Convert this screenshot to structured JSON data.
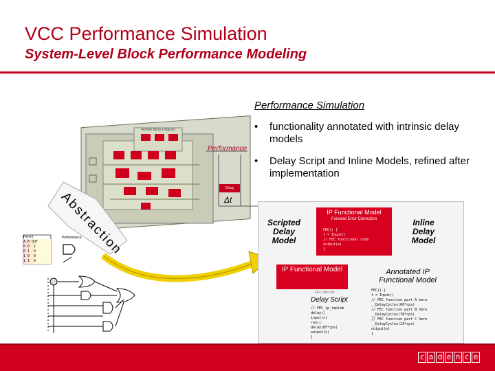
{
  "title": "VCC Performance Simulation",
  "subtitle": "System-Level Block Performance Modeling",
  "section_heading": "Performance Simulation",
  "bullets": [
    "functionality annotated with intrinsic delay models",
    "Delay Script and Inline Models, refined after implementation"
  ],
  "bullet_glyph": "•",
  "diagram": {
    "performance_label": "Performance",
    "delta_t": "Δt",
    "abstraction": "Abstraction",
    "ip_functional_model_top": "IP Functional Model",
    "forward_error_correction": "Forward Error Correction",
    "top_code": "FEC() {\nf = Input()\n// FEC functional code\noutput(e)\n}",
    "scripted_delay_model": "Scripted Delay Model",
    "inline_delay_model": "Inline Delay Model",
    "ip_functional_model_mid": "IP Functional Model",
    "fec_inlet_title": "FEC inlet sth",
    "delay_script": "Delay Script",
    "delay_script_code": "// FEC_ip_implem\ndelay()\ninput(s)\nrun()\ndelay(85*cps)\noutput(v)\n}",
    "annotated_model": "Annotated IP Functional Model",
    "annotated_code": "FEC() {\nf = Input()\n// FEC function part A here\n__DelayCycles(60*cps)\n// FEC function part B here\n__DelayCycles(78*cps)\n// FEC function part C here\n__DelayCycles(23*cps)\noutput(e)\n}",
    "truth_table_head": "A B OUT",
    "truth_table_rows": [
      "0 0  1",
      "0 1  0",
      "1 0  0",
      "1 1  0"
    ],
    "panel_title": "Panel",
    "perf_card_title": "Performance",
    "small_red_label": "Delay",
    "top_board_label": "Vehicle Block Diagram"
  },
  "logo": "cadence",
  "colors": {
    "brand_red": "#c4001e",
    "title_red": "#b0001a",
    "panel_grey": "#f4f4f4"
  }
}
